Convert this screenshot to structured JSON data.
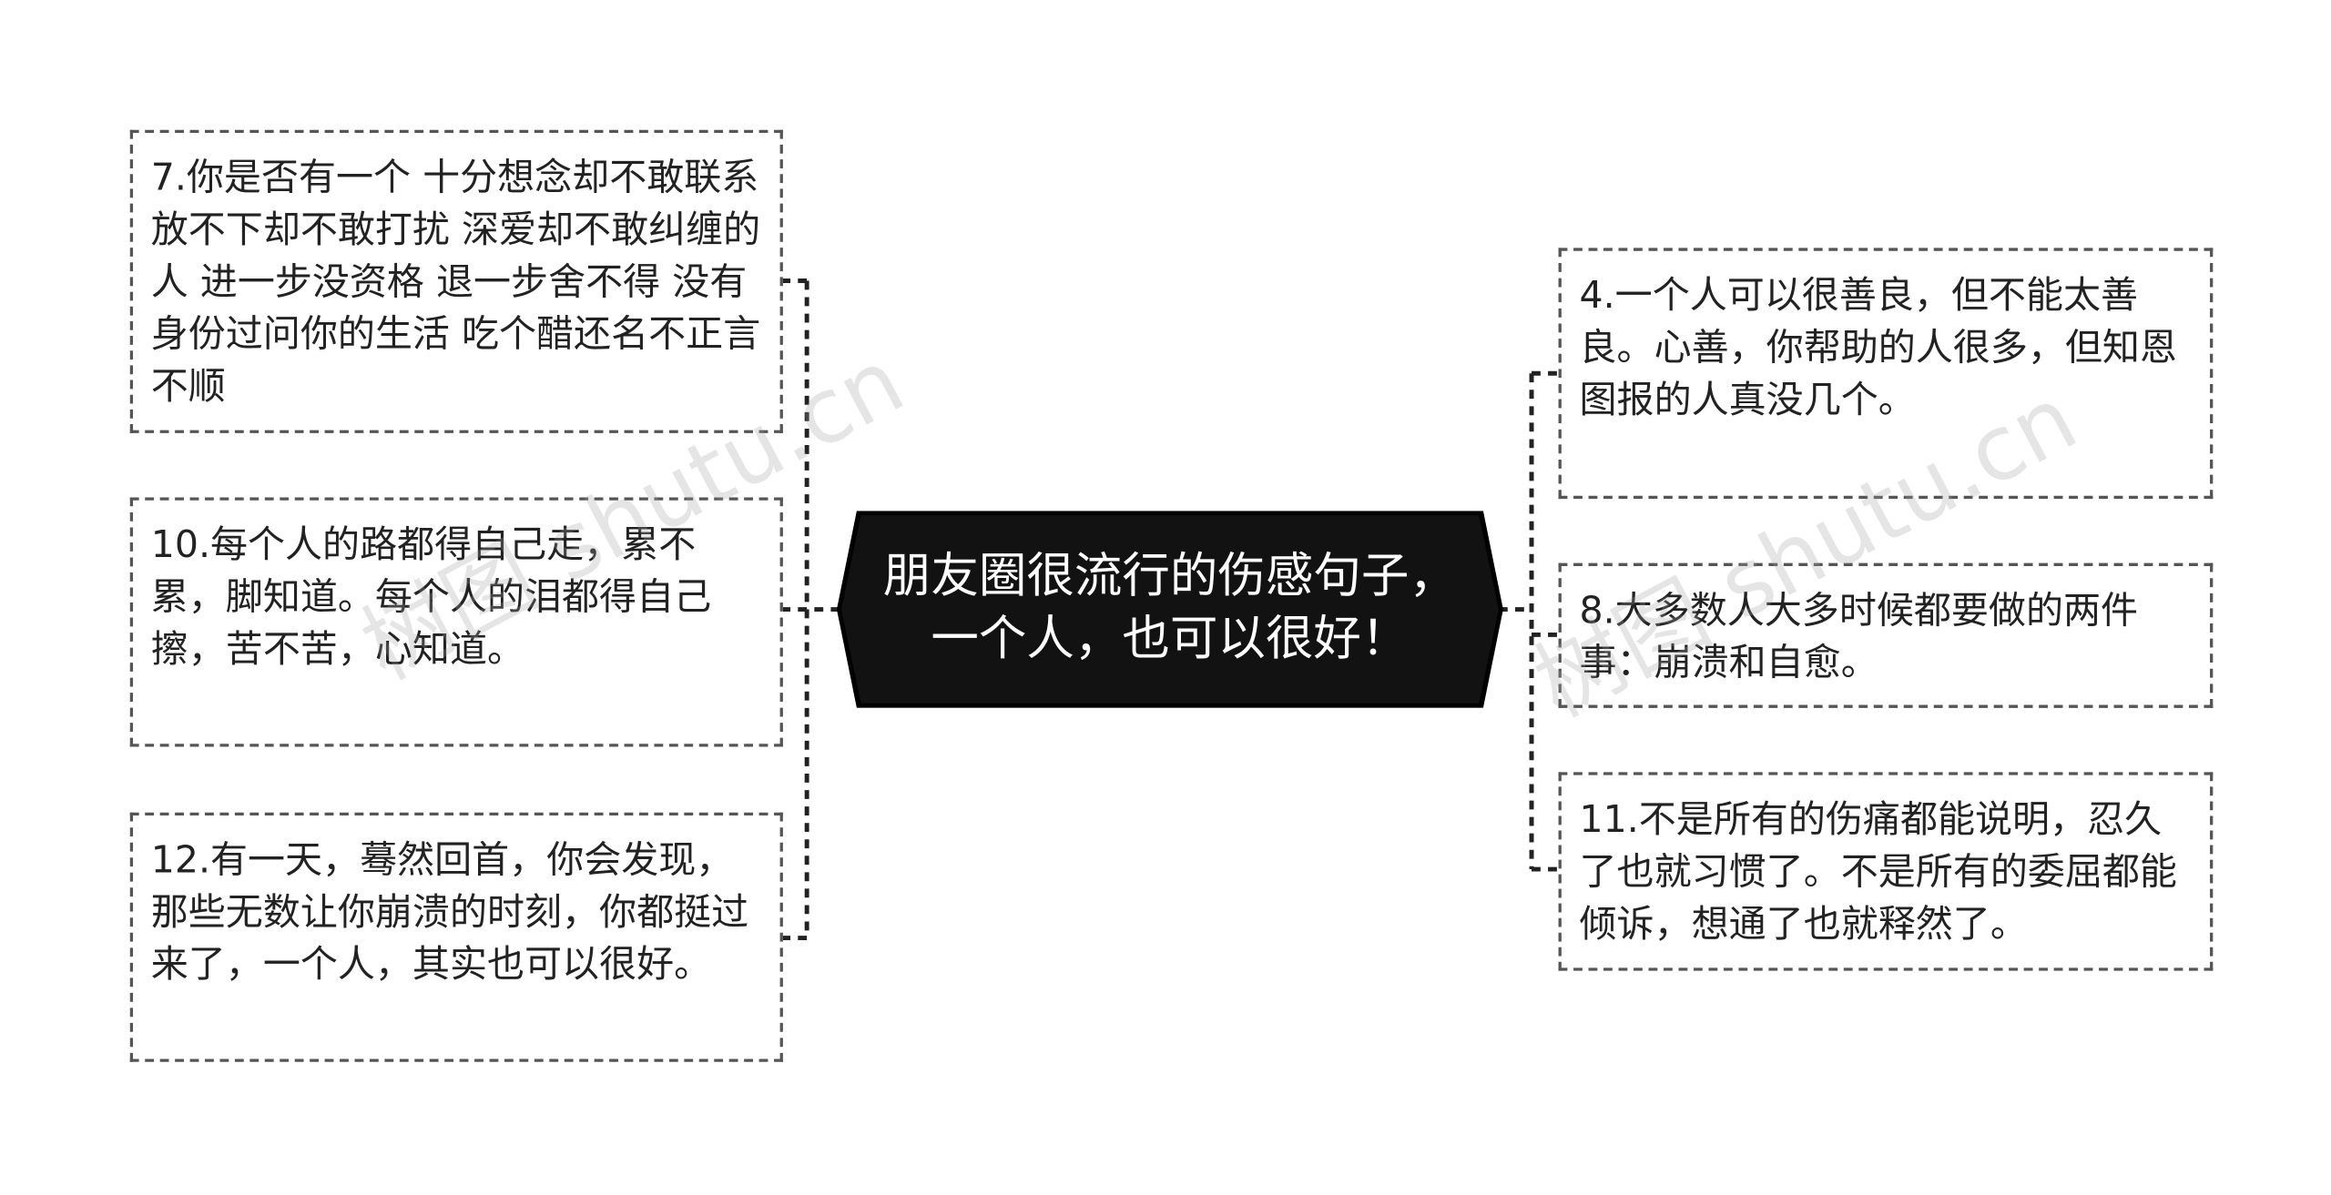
{
  "central_topic": "朋友圈很流行的伤感句子，一个人，也可以很好！",
  "left_topics": [
    "7.你是否有一个 十分想念却不敢联系 放不下却不敢打扰 深爱却不敢纠缠的人 进一步没资格 退一步舍不得 没有身份过问你的生活 吃个醋还名不正言不顺",
    "10.每个人的路都得自己走，累不累，脚知道。每个人的泪都得自己擦，苦不苦，心知道。",
    "12.有一天，蓦然回首，你会发现，那些无数让你崩溃的时刻，你都挺过来了，一个人，其实也可以很好。"
  ],
  "right_topics": [
    "4.一个人可以很善良，但不能太善良。心善，你帮助的人很多，但知恩图报的人真没几个。",
    "8.大多数人大多时候都要做的两件事：崩溃和自愈。",
    "11.不是所有的伤痛都能说明，忍久了也就习惯了。不是所有的委屈都能倾诉，想通了也就释然了。"
  ],
  "watermark": "树图 shutu.cn",
  "colors": {
    "center_fill": "#121212",
    "center_text": "#ffffff",
    "border": "#555555",
    "connector": "#222222"
  }
}
